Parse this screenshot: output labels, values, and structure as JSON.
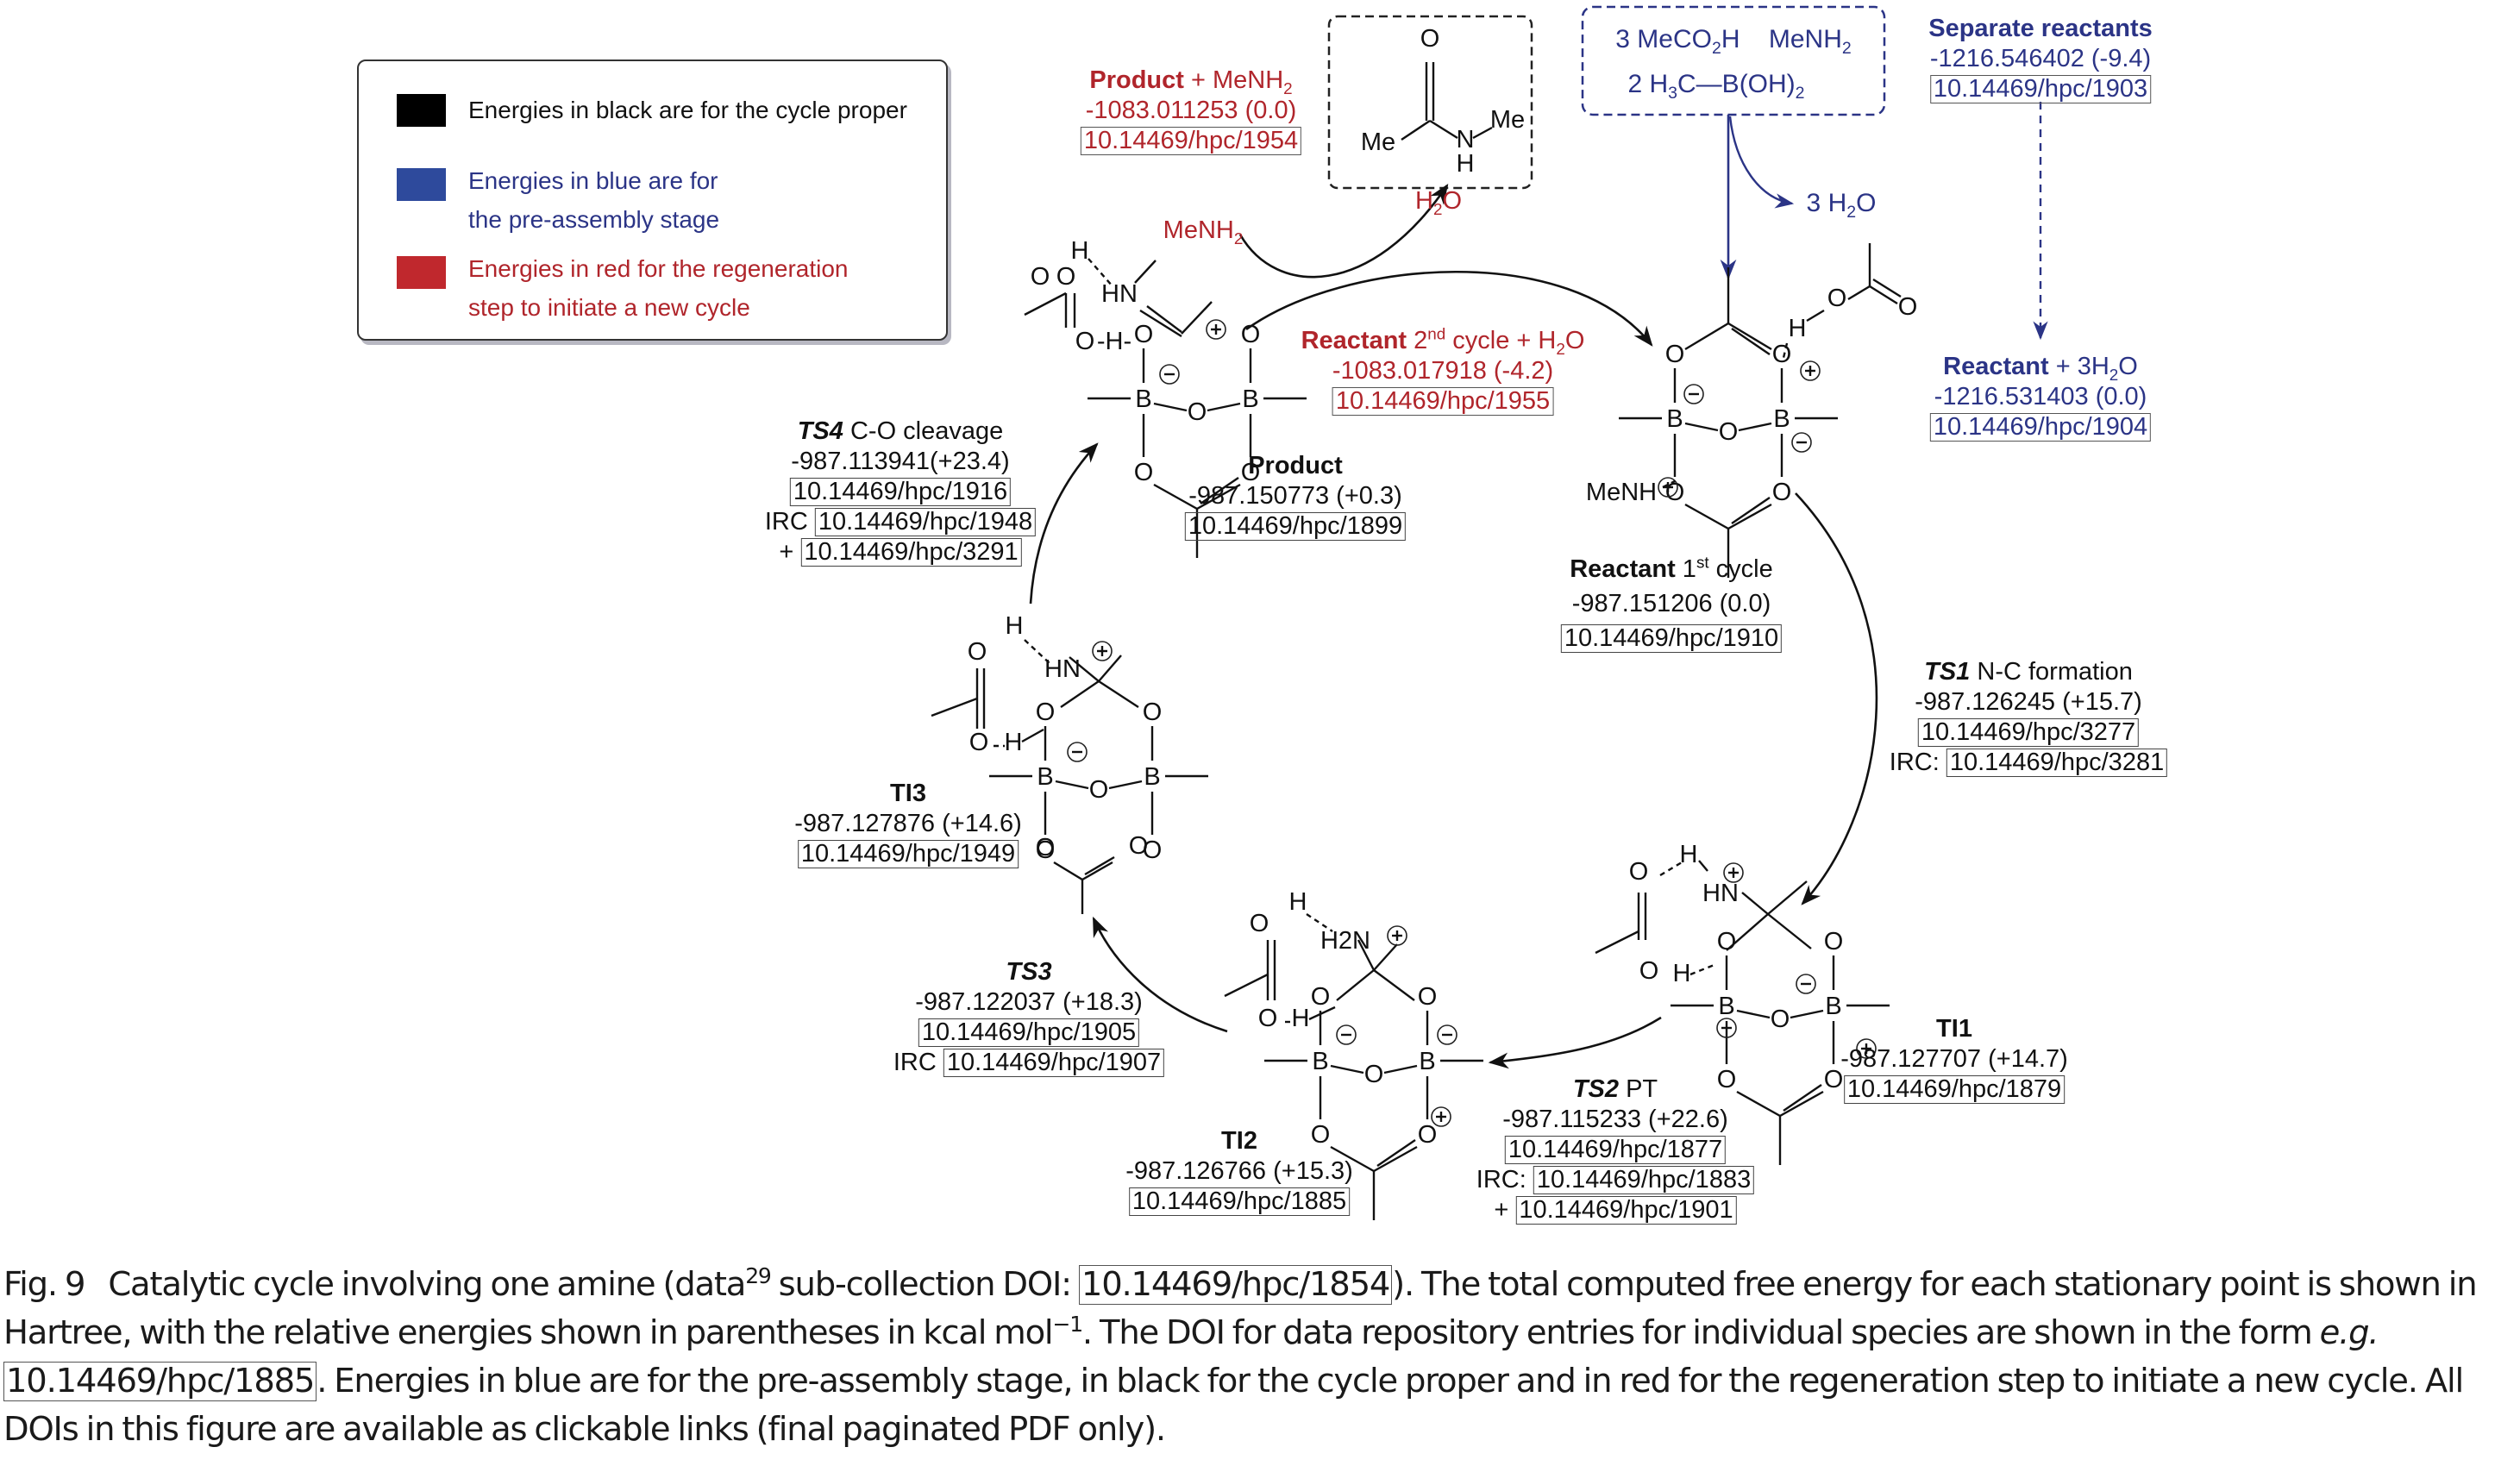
{
  "legend": {
    "items": [
      {
        "color": "#000000",
        "line1": "Energies in black are for the cycle proper",
        "line2": ""
      },
      {
        "color": "#2e4a9c",
        "line1": "Energies in blue are for",
        "line2": "the pre-assembly stage"
      },
      {
        "color": "#c0282d",
        "line1": "Energies in red for the regeneration",
        "line2": "step to initiate a new cycle"
      }
    ]
  },
  "colors": {
    "black_text": "#111111",
    "blue_text": "#2b3486",
    "red_text": "#b0252b"
  },
  "regeneration": {
    "product_plus_amine": {
      "title": "Product",
      "suffix": " + MeNH",
      "sub": "2",
      "energy": "-1083.011253  (0.0)",
      "doi": "10.14469/hpc/1954"
    },
    "reactant_2nd_cycle": {
      "title": "Reactant",
      "ordinal": "2",
      "ordinal_sup": "nd",
      "suffix": " cycle + H",
      "sub": "2",
      "tail": "O",
      "energy": "-1083.017918 (-4.2)",
      "doi": "10.14469/hpc/1955"
    },
    "amine_label": {
      "text": "MeNH",
      "sub": "2"
    },
    "amide_box": {
      "o": "O",
      "me_left": "Me",
      "me_right": "Me",
      "n": "N",
      "h": "H",
      "water": "H",
      "water_sub": "2",
      "water_tail": "O"
    }
  },
  "preassembly": {
    "reactants_box": {
      "line1a": "3 MeCO",
      "line1a_sub": "2",
      "line1a_tail": "H",
      "line1b": "MeNH",
      "line1b_sub": "2",
      "line2a": "2  H",
      "line2a_sub": "3",
      "line2a_tail": "C—B(OH)",
      "line2a_sub2": "2"
    },
    "water_out": {
      "text": "3 H",
      "sub": "2",
      "tail": "O"
    },
    "separate_reactants": {
      "title": "Separate reactants",
      "energy": "-1216.546402 (-9.4)",
      "doi": "10.14469/hpc/1903"
    },
    "reactant_plus_water": {
      "title": "Reactant",
      "suffix": " + 3H",
      "sub": "2",
      "tail": "O",
      "energy": "-1216.531403 (0.0)",
      "doi": "10.14469/hpc/1904"
    }
  },
  "cycle": [
    {
      "id": "reactant1",
      "title": "Reactant",
      "ordinal": "1",
      "ordinal_sup": "st",
      "suffix": " cycle",
      "energy": "-987.151206  (0.0)",
      "doi": "10.14469/hpc/1910"
    },
    {
      "id": "ts1",
      "title": "TS1",
      "suffix": " N-C formation",
      "energy": "-987.126245 (+15.7)",
      "doi": "10.14469/hpc/3277",
      "irc_prefix": "IRC: ",
      "irc": "10.14469/hpc/3281"
    },
    {
      "id": "ti1",
      "title": "TI1",
      "energy": "-987.127707 (+14.7)",
      "doi": "10.14469/hpc/1879"
    },
    {
      "id": "ts2",
      "title": "TS2",
      "suffix": " PT",
      "energy": "-987.115233 (+22.6)",
      "doi": "10.14469/hpc/1877",
      "irc_prefix": "IRC: ",
      "irc": "10.14469/hpc/1883",
      "irc2_prefix": "+ ",
      "irc2": "10.14469/hpc/1901"
    },
    {
      "id": "ti2",
      "title": "TI2",
      "energy": "-987.126766 (+15.3)",
      "doi": "10.14469/hpc/1885"
    },
    {
      "id": "ts3",
      "title": "TS3",
      "energy": "-987.122037 (+18.3)",
      "doi": "10.14469/hpc/1905",
      "irc_prefix": "IRC ",
      "irc": "10.14469/hpc/1907"
    },
    {
      "id": "ti3",
      "title": "TI3",
      "energy": "-987.127876 (+14.6)",
      "doi": "10.14469/hpc/1949"
    },
    {
      "id": "ts4",
      "title": "TS4",
      "suffix": " C-O cleavage",
      "energy": "-987.113941(+23.4)",
      "doi": "10.14469/hpc/1916",
      "irc_prefix": "IRC ",
      "irc": "10.14469/hpc/1948",
      "irc2_prefix": "+ ",
      "irc2": "10.14469/hpc/3291"
    },
    {
      "id": "product",
      "title": "Product",
      "energy": "-987.150773 (+0.3)",
      "doi": "10.14469/hpc/1899"
    }
  ],
  "structure_labels": {
    "reactant1_amine": "MeNH",
    "reactant1_amine_sub": "2",
    "o": "O",
    "b": "B",
    "h": "H",
    "hn": "HN",
    "h2n": "H",
    "h2n_sub": "2",
    "h2n_tail": "N"
  },
  "caption": {
    "fig": "Fig. 9",
    "p1": "Catalytic cycle involving one amine (data",
    "ref": "29",
    "p2": " sub-collection DOI: ",
    "doi1": "10.14469/hpc/1854",
    "p3": "). The total computed free energy for each stationary point is shown in Hartree, with the relative energies shown in parentheses in kcal mol",
    "unit_sup": "−1",
    "p4": ". The DOI for data repository entries for individual species are shown in the form ",
    "eg": "e.g.",
    "doi2": "10.14469/hpc/1885",
    "p5": ". Energies in blue are for the pre-assembly stage, in black for the cycle proper and in red for the regeneration step to initiate a new cycle. All DOIs in this figure are available as clickable links (final paginated PDF only)."
  }
}
